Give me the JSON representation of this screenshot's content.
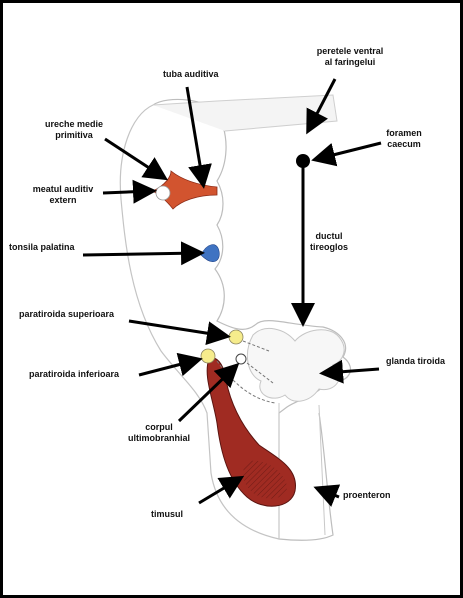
{
  "labels": {
    "peretele": [
      "peretele ventral",
      "al faringelui"
    ],
    "tuba": "tuba auditiva",
    "ureche": [
      "ureche medie",
      "primitiva"
    ],
    "foramen": [
      "foramen",
      "caecum"
    ],
    "meatul": [
      "meatul auditiv",
      "extern"
    ],
    "ductul": [
      "ductul",
      "tireoglos"
    ],
    "tonsila": "tonsila palatina",
    "paratiroida_sup": "paratiroida superioara",
    "glanda": "glanda tiroida",
    "paratiroida_inf": "paratiroida inferioara",
    "corpul": [
      "corpul",
      "ultimobranhial"
    ],
    "proenteron": "proenteron",
    "timusul": "timusul"
  },
  "colors": {
    "arrow": "#000000",
    "ear_tube": "#d2542f",
    "tonsil": "#3f73c2",
    "parathyroid": "#f6ec8c",
    "thymus": "#a02b22",
    "outline": "#b9b9b9",
    "foramen_dot": "#000000"
  }
}
